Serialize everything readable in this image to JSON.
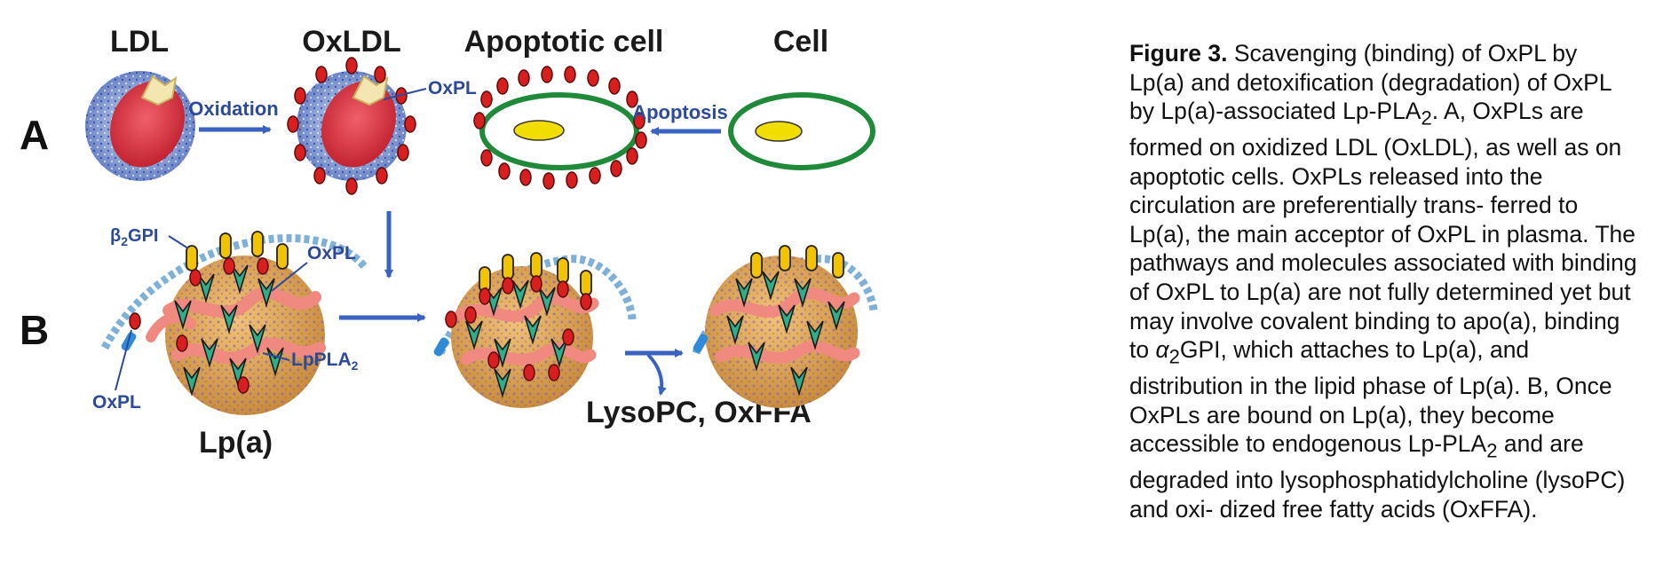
{
  "headers": {
    "ldl": "LDL",
    "oxldl": "OxLDL",
    "apoptotic": "Apoptotic cell",
    "cell": "Cell"
  },
  "rows": {
    "a": "A",
    "b": "B"
  },
  "arrows": {
    "oxidation": "Oxidation",
    "apoptosis": "Apoptosis"
  },
  "labels": {
    "oxpl": "OxPL",
    "b2gpi_main": "β",
    "b2gpi_sub": "2",
    "b2gpi_end": "GPI",
    "lppla_main": "LpPLA",
    "lppla_sub": "2",
    "lpa": "Lp(a)",
    "products": "LysoPC, OxFFA"
  },
  "caption": {
    "fig_label": "Figure 3.",
    "s1": " Scavenging (binding) of OxPL by Lp(a) and detoxification (degradation) of OxPL by Lp(a)-associated Lp-PLA",
    "sub1": "2",
    "s2": ". A, OxPLs are formed on oxidized LDL (OxLDL), as well as on apoptotic cells. OxPLs released into the circulation are preferentially trans- ferred to Lp(a), the main acceptor of OxPL in plasma. The pathways and molecules associated with binding of OxPL to Lp(a) are not fully determined yet but may involve covalent binding to apo(a), binding to ",
    "alpha": "α",
    "sub2": "2",
    "s3": "GPI, which attaches to Lp(a), and distribution in the lipid phase of Lp(a). B, Once OxPLs are bound on Lp(a), they become accessible to endogenous Lp-PLA",
    "sub3": "2",
    "s4": " and are degraded into lysophosphatidylcholine (lysoPC) and oxi- dized free fatty acids (OxFFA)."
  },
  "colors": {
    "arrow": "#3a62c2",
    "label": "#2d4a9a",
    "membrane": "#1f8a3a",
    "nucleus": "#f2dd00",
    "oxpl": "#d81e1e",
    "core": "#d83040",
    "lpa": "#d8a55a",
    "apo": "#f2c400",
    "enzyme": "#2fae8c"
  }
}
